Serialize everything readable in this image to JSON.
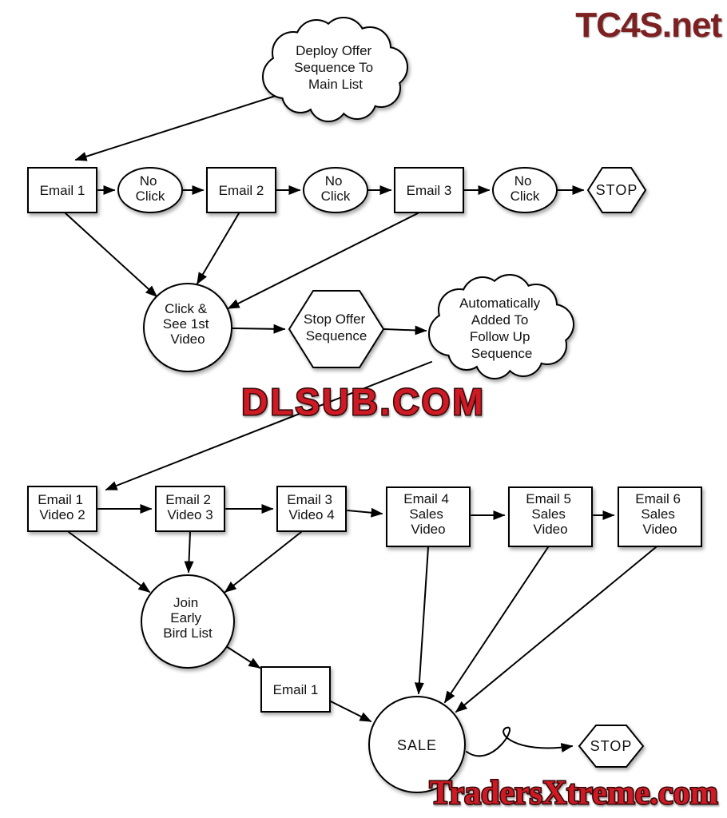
{
  "branding": {
    "site_title": "TC4S.net",
    "watermark_center": "DLSUB.COM",
    "watermark_bottom": "TradersXtreme.com",
    "title_color": "#7d2022",
    "watermark_color": "#ce1a24"
  },
  "flow1": {
    "deploy_cloud": {
      "lines": [
        "Deploy Offer",
        "Sequence To",
        "Main List"
      ]
    },
    "email1": {
      "label": "Email 1"
    },
    "no_click1": {
      "lines": [
        "No",
        "Click"
      ]
    },
    "email2": {
      "label": "Email 2"
    },
    "no_click2": {
      "lines": [
        "No",
        "Click"
      ]
    },
    "email3": {
      "label": "Email 3"
    },
    "no_click3": {
      "lines": [
        "No",
        "Click"
      ]
    },
    "stop": {
      "label": "STOP"
    },
    "click_video": {
      "lines": [
        "Click &",
        "See 1st",
        "Video"
      ]
    },
    "stop_offer": {
      "lines": [
        "Stop Offer",
        "Sequence"
      ]
    },
    "followup_cloud": {
      "lines": [
        "Automatically",
        "Added To",
        "Follow Up",
        "Sequence"
      ]
    }
  },
  "flow2": {
    "email1_video2": {
      "lines": [
        "Email 1",
        "Video 2"
      ]
    },
    "email2_video3": {
      "lines": [
        "Email 2",
        "Video 3"
      ]
    },
    "email3_video4": {
      "lines": [
        "Email 3",
        "Video 4"
      ]
    },
    "email4_sales": {
      "lines": [
        "Email 4",
        "Sales",
        "Video"
      ]
    },
    "email5_sales": {
      "lines": [
        "Email 5",
        "Sales",
        "Video"
      ]
    },
    "email6_sales": {
      "lines": [
        "Email 6",
        "Sales",
        "Video"
      ]
    },
    "join_early_bird": {
      "lines": [
        "Join",
        "Early",
        "Bird List"
      ]
    },
    "email1": {
      "label": "Email 1"
    },
    "sale": {
      "label": "SALE"
    },
    "stop": {
      "label": "STOP"
    }
  }
}
